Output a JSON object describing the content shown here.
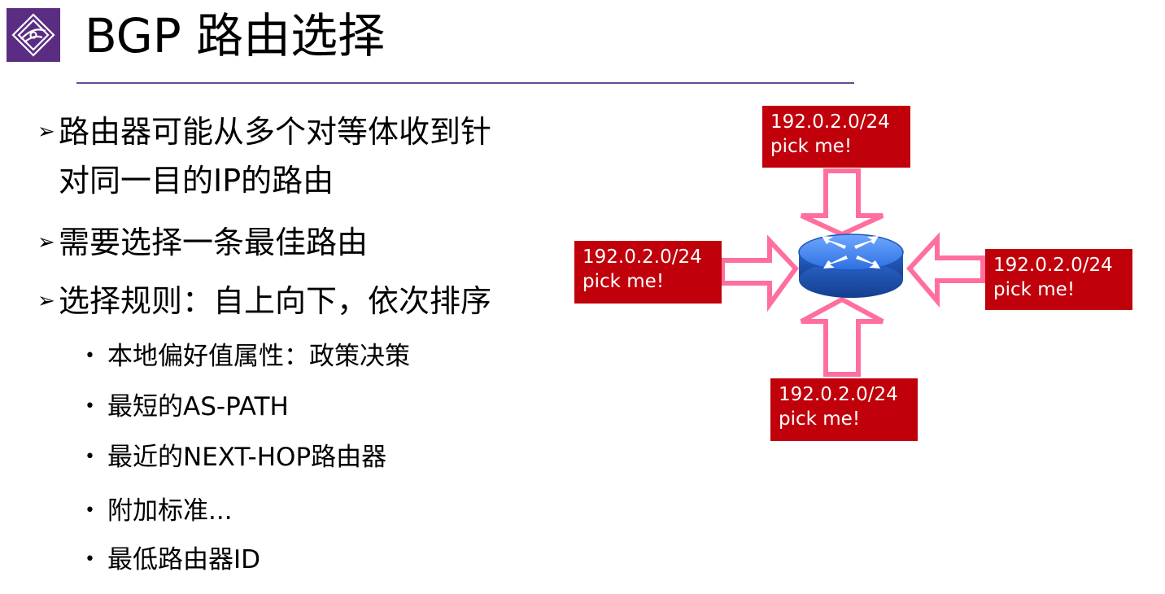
{
  "title": "BGP 路由选择",
  "bullets": [
    {
      "line1": "路由器可能从多个对等体收到针",
      "line2": "对同一目的IP的路由"
    },
    {
      "line1": "需要选择一条最佳路由"
    },
    {
      "line1": "选择规则：自上向下，依次排序"
    }
  ],
  "rules": [
    "本地偏好值属性：政策决策",
    "最短的AS-PATH",
    "最近的NEXT-HOP路由器",
    "附加标准...",
    "最低路由器ID"
  ],
  "route_labels": [
    {
      "prefix": "192.0.2.0/24",
      "text": "pick me!"
    },
    {
      "prefix": "192.0.2.0/24",
      "text": "pick me!"
    },
    {
      "prefix": "192.0.2.0/24",
      "text": "pick me!"
    },
    {
      "prefix": "192.0.2.0/24",
      "text": "pick me!"
    }
  ],
  "colors": {
    "logo": "#5b2d82",
    "label_bg": "#c0000b",
    "arrow_stroke": "#ff6f9e",
    "router": "#2a6fd8",
    "rule": "#6a4a9a"
  }
}
